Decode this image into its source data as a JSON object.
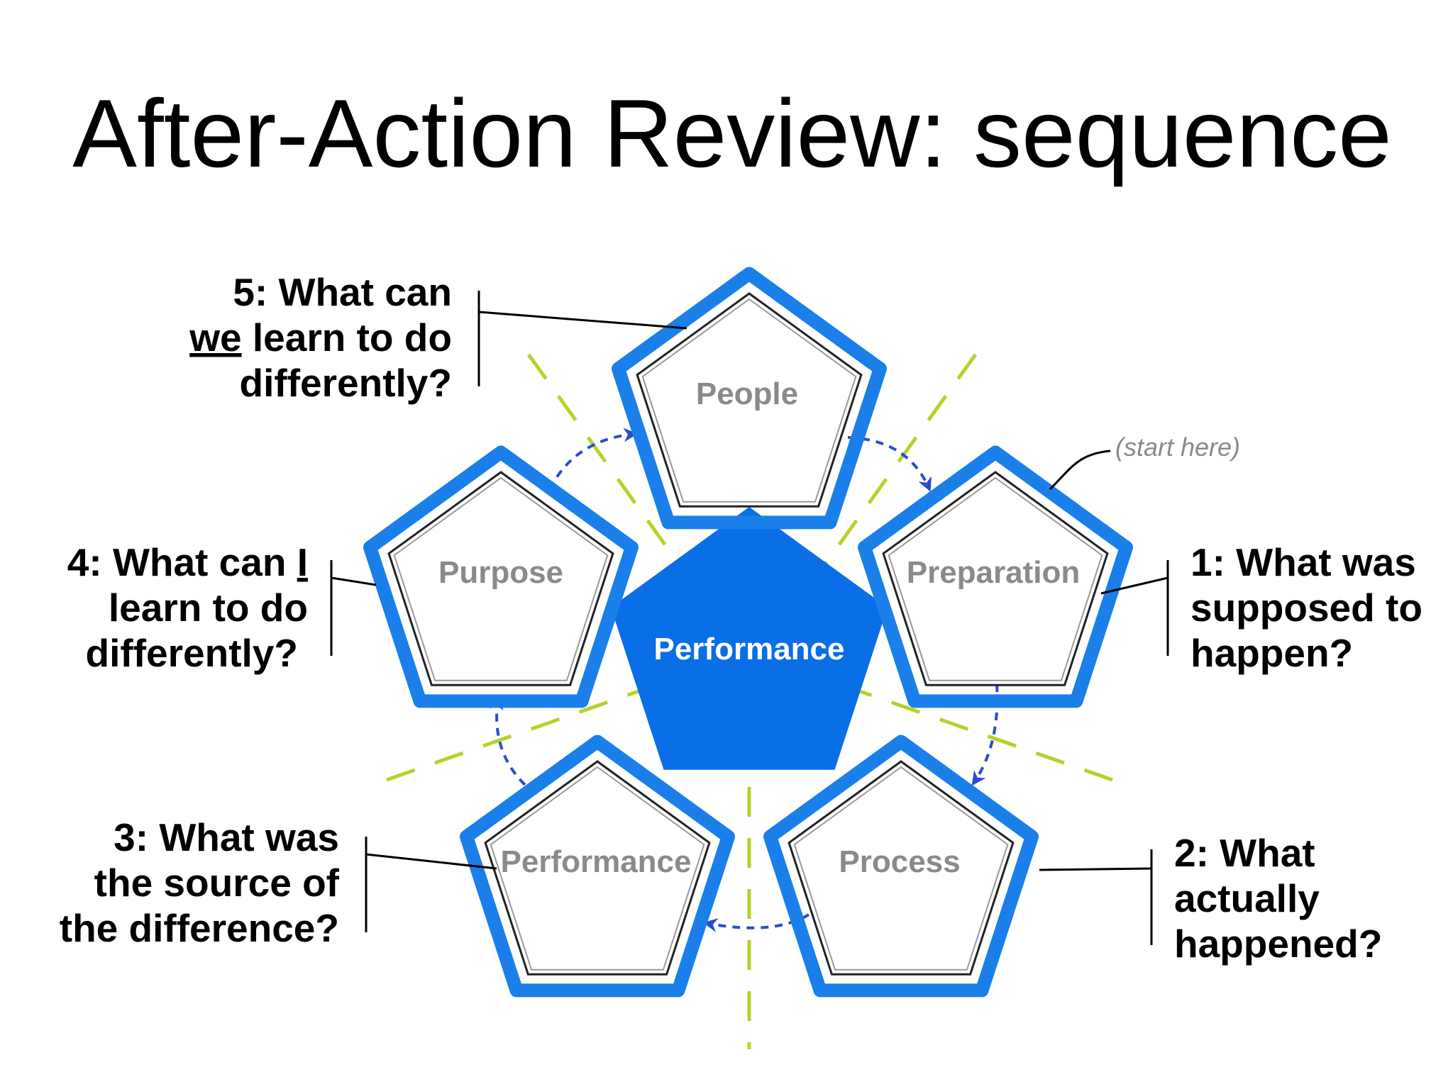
{
  "title": "After-Action Review: sequence",
  "colors": {
    "pentagon_blue": "#1a7fe8",
    "center_blue": "#0a6ee6",
    "guide_green": "#b6d22a",
    "cycle_arrow_blue": "#2a4ccc"
  },
  "diagram": {
    "center": {
      "label": "Performance"
    },
    "pentagons": [
      {
        "id": "people",
        "label": "People"
      },
      {
        "id": "preparation",
        "label": "Preparation"
      },
      {
        "id": "process",
        "label": "Process"
      },
      {
        "id": "performance",
        "label": "Performance"
      },
      {
        "id": "purpose",
        "label": "Purpose"
      }
    ],
    "start_hint": "(start here)"
  },
  "questions": {
    "q1": {
      "lines": [
        "1: What was",
        "supposed to",
        "happen?"
      ]
    },
    "q2": {
      "lines": [
        "2: What",
        "actually",
        "happened?"
      ]
    },
    "q3": {
      "lines": [
        "3: What was",
        "the source of",
        "the difference?"
      ]
    },
    "q4": {
      "line1_prefix": "4: What can ",
      "line1_emph": "I",
      "lines_rest": [
        "learn to do",
        "differently?"
      ]
    },
    "q5": {
      "line1": "5: What can",
      "line2_emph": "we",
      "line2_rest": " learn to do",
      "line3": "differently?"
    }
  }
}
